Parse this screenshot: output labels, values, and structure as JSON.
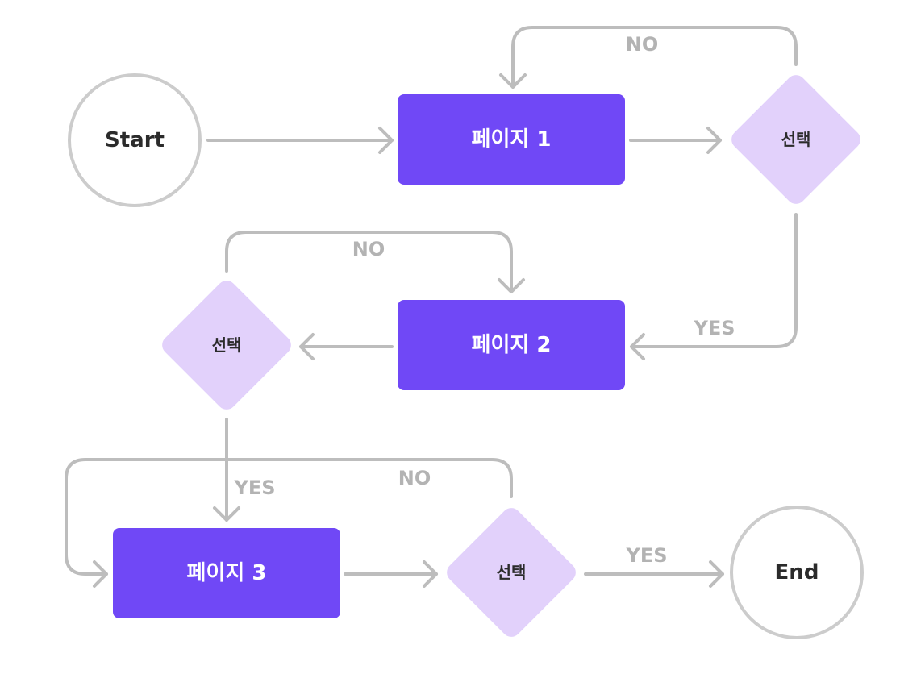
{
  "colors": {
    "page_fill": "#7048f6",
    "decision_fill": "#e2d1fb",
    "terminal_stroke": "#cccccc",
    "terminal_text": "#2b2b2b",
    "page_text": "#ffffff",
    "decision_text": "#2b2b2b",
    "edge": "#bdbdbd",
    "edge_label": "#b3b3b3"
  },
  "nodes": {
    "start": {
      "label": "Start"
    },
    "page1": {
      "label": "페이지 1"
    },
    "decision1": {
      "label": "선택"
    },
    "page2": {
      "label": "페이지 2"
    },
    "decision2": {
      "label": "선택"
    },
    "page3": {
      "label": "페이지 3"
    },
    "decision3": {
      "label": "선택"
    },
    "end": {
      "label": "End"
    }
  },
  "edges": {
    "start_to_page1": {
      "from": "Start",
      "to": "페이지 1",
      "label": ""
    },
    "page1_to_decision1": {
      "from": "페이지 1",
      "to": "선택",
      "label": ""
    },
    "decision1_no": {
      "from": "선택",
      "to": "페이지 1",
      "label": "NO"
    },
    "decision1_yes": {
      "from": "선택",
      "to": "페이지 2",
      "label": "YES"
    },
    "page2_to_decision2": {
      "from": "페이지 2",
      "to": "선택",
      "label": ""
    },
    "decision2_no": {
      "from": "선택",
      "to": "페이지 2",
      "label": "NO"
    },
    "decision2_yes": {
      "from": "선택",
      "to": "페이지 3",
      "label": "YES"
    },
    "page3_to_decision3": {
      "from": "페이지 3",
      "to": "선택",
      "label": ""
    },
    "decision3_no": {
      "from": "선택",
      "to": "페이지 3",
      "label": "NO"
    },
    "decision3_yes": {
      "from": "선택",
      "to": "End",
      "label": "YES"
    }
  }
}
